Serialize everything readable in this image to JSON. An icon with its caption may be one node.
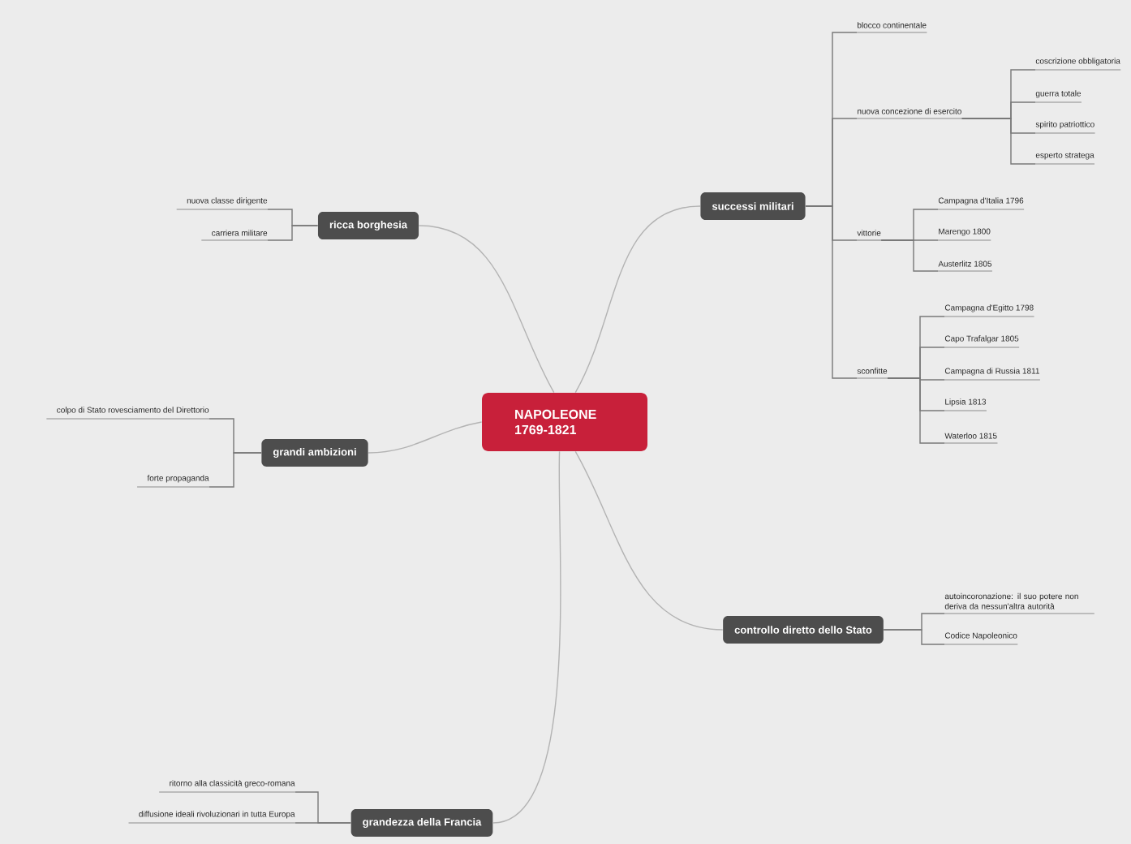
{
  "diagram": {
    "nodes": [
      {
        "text": [
          "NAPOLEONE 1769-1821"
        ]
      },
      {
        "text": [
          "successi militari"
        ]
      },
      {
        "text": [
          "blocco continentale"
        ]
      },
      {
        "text": [
          "nuova concezione di esercito"
        ]
      },
      {
        "text": [
          "coscrizione obbligatoria"
        ]
      },
      {
        "text": [
          "guerra totale"
        ]
      },
      {
        "text": [
          "spirito patriottico"
        ]
      },
      {
        "text": [
          "esperto stratega"
        ]
      },
      {
        "text": [
          "vittorie"
        ]
      },
      {
        "text": [
          "Campagna d'Italia 1796"
        ]
      },
      {
        "text": [
          "Marengo 1800"
        ]
      },
      {
        "text": [
          "Austerlitz 1805"
        ]
      },
      {
        "text": [
          "sconfitte"
        ]
      },
      {
        "text": [
          "Campagna d'Egitto 1798"
        ]
      },
      {
        "text": [
          "Capo Trafalgar 1805"
        ]
      },
      {
        "text": [
          "Campagna di Russia 1811"
        ]
      },
      {
        "text": [
          "Lipsia 1813"
        ]
      },
      {
        "text": [
          "Waterloo 1815"
        ]
      },
      {
        "text": [
          "ricca borghesia"
        ]
      },
      {
        "text": [
          "nuova classe dirigente"
        ]
      },
      {
        "text": [
          "carriera militare"
        ]
      },
      {
        "text": [
          "grandi ambizioni"
        ]
      },
      {
        "text": [
          "colpo di Stato rovesciamento del Direttorio"
        ]
      },
      {
        "text": [
          "forte propaganda"
        ]
      },
      {
        "text": [
          "controllo diretto dello Stato"
        ]
      },
      {
        "text": [
          "autoincoronazione: il suo potere non deriva da nessun'altra autorità"
        ]
      },
      {
        "text": [
          "Codice Napoleonico"
        ]
      },
      {
        "text": [
          "grandezza della Francia"
        ]
      },
      {
        "text": [
          "ritorno alla classicità greco-romana"
        ]
      },
      {
        "text": [
          "diffusione ideali rivoluzionari in tutta Europa"
        ]
      }
    ],
    "edges": [
      {
        "from": 0,
        "to": 1,
        "arrow": "none",
        "color": "#b3b3b3"
      },
      {
        "from": 1,
        "to": 2,
        "arrow": "none"
      },
      {
        "from": 1,
        "to": 3,
        "arrow": "none"
      },
      {
        "from": 3,
        "to": 4,
        "arrow": "none"
      },
      {
        "from": 3,
        "to": 5,
        "arrow": "none"
      },
      {
        "from": 3,
        "to": 6,
        "arrow": "none"
      },
      {
        "from": 3,
        "to": 7,
        "arrow": "none"
      },
      {
        "from": 1,
        "to": 8,
        "arrow": "none"
      },
      {
        "from": 8,
        "to": 9,
        "arrow": "none"
      },
      {
        "from": 8,
        "to": 10,
        "arrow": "none"
      },
      {
        "from": 8,
        "to": 11,
        "arrow": "none"
      },
      {
        "from": 1,
        "to": 12,
        "arrow": "none"
      },
      {
        "from": 12,
        "to": 13,
        "arrow": "none"
      },
      {
        "from": 12,
        "to": 14,
        "arrow": "none"
      },
      {
        "from": 12,
        "to": 15,
        "arrow": "none"
      },
      {
        "from": 12,
        "to": 16,
        "arrow": "none"
      },
      {
        "from": 12,
        "to": 17,
        "arrow": "none"
      },
      {
        "from": 0,
        "to": 18,
        "arrow": "none",
        "color": "#b3b3b3"
      },
      {
        "from": 18,
        "to": 19,
        "arrow": "none"
      },
      {
        "from": 18,
        "to": 20,
        "arrow": "none"
      },
      {
        "from": 0,
        "to": 21,
        "arrow": "none",
        "color": "#b3b3b3"
      },
      {
        "from": 21,
        "to": 22,
        "arrow": "none"
      },
      {
        "from": 21,
        "to": 23,
        "arrow": "none"
      },
      {
        "from": 0,
        "to": 24,
        "arrow": "none",
        "color": "#b3b3b3"
      },
      {
        "from": 24,
        "to": 25,
        "arrow": "none"
      },
      {
        "from": 24,
        "to": 26,
        "arrow": "none"
      },
      {
        "from": 0,
        "to": 27,
        "arrow": "none",
        "color": "#b3b3b3"
      },
      {
        "from": 27,
        "to": 28,
        "arrow": "none"
      },
      {
        "from": 27,
        "to": 29,
        "arrow": "none"
      }
    ]
  }
}
